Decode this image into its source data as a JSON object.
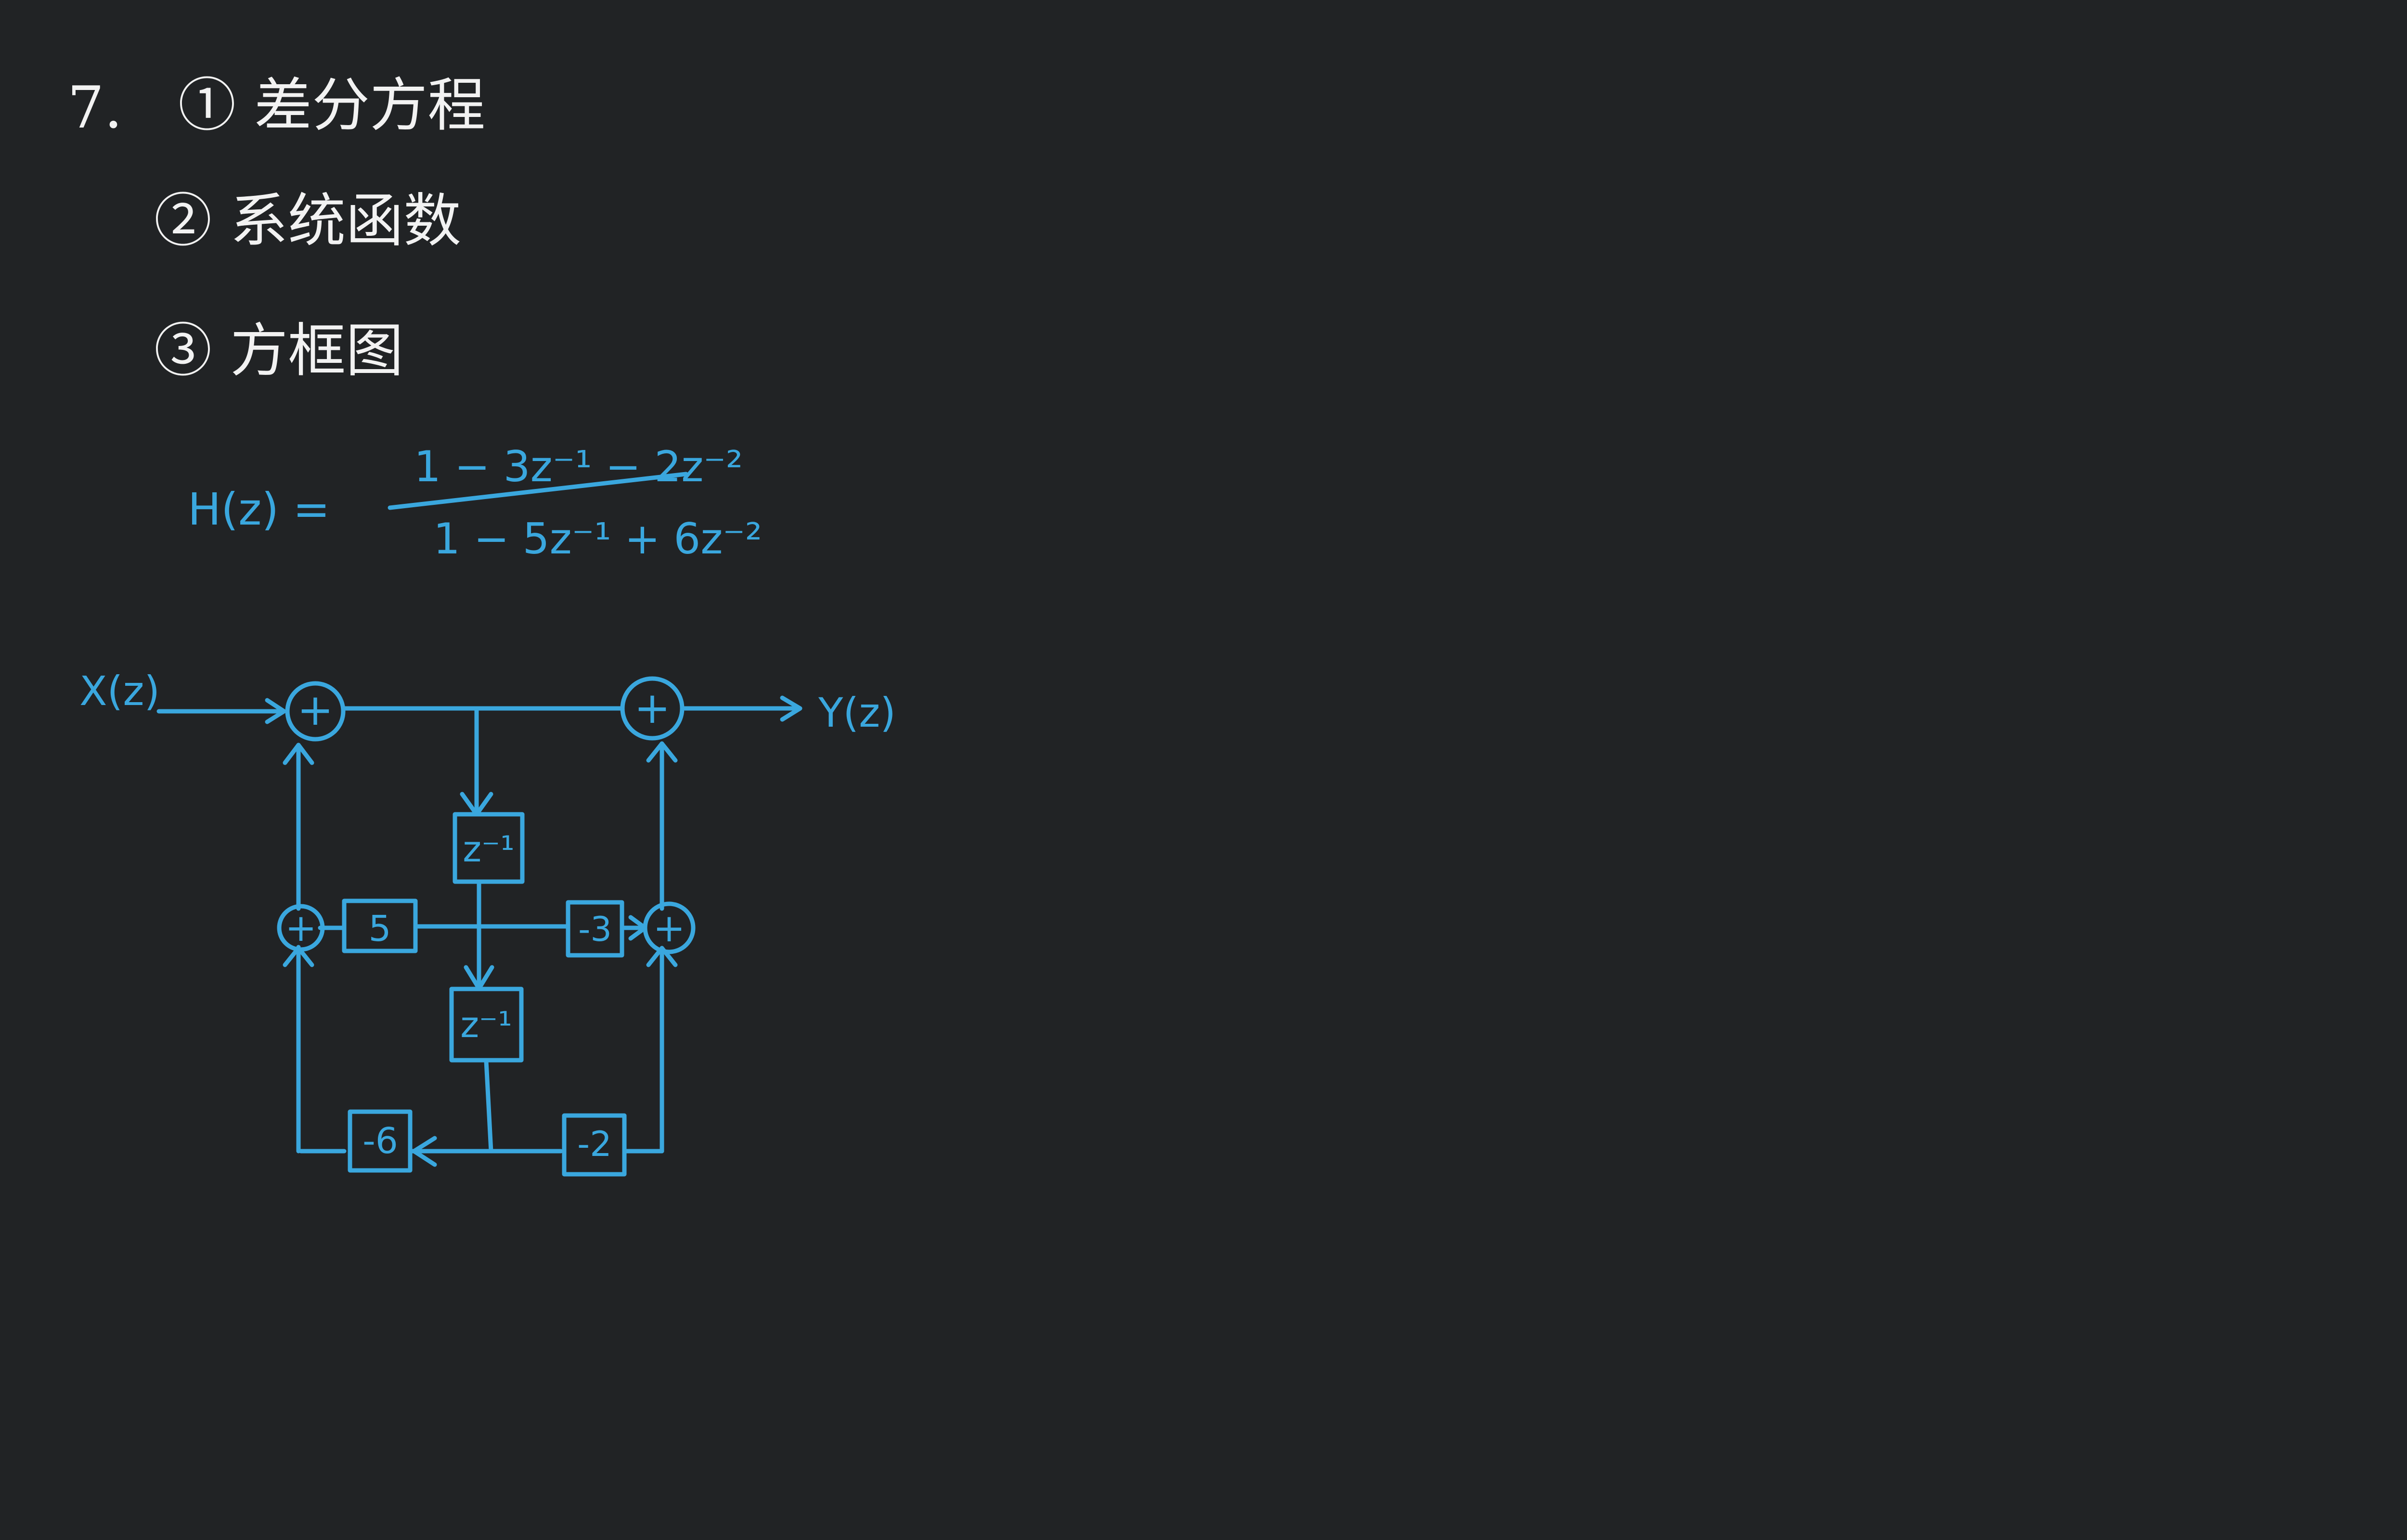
{
  "colors": {
    "background": "#212325",
    "ink": "#3aa7de",
    "chalk": "#f2f2f2"
  },
  "notes": {
    "number": "7.",
    "item1": "① 差分方程",
    "item2": "② 系统函数",
    "item3": "③ 方框图"
  },
  "formula": {
    "lhs": "H(z) =",
    "numerator": "1 − 3z⁻¹ − 2z⁻²",
    "denominator": "1 − 5z⁻¹ + 6z⁻²"
  },
  "diagram": {
    "input_label": "X(z)",
    "output_label": "Y(z)",
    "adder_symbol": "+",
    "delay1": "z⁻¹",
    "delay2": "z⁻¹",
    "gain_a1": "5",
    "gain_b1": "-3",
    "gain_a2": "-6",
    "gain_b2": "-2"
  }
}
